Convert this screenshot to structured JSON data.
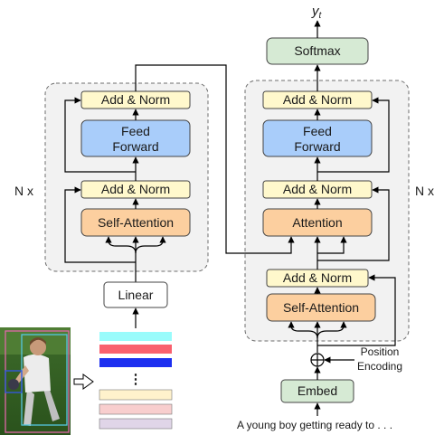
{
  "output_label": "y",
  "output_sub": "t",
  "encoder": {
    "repeat_label": "N x",
    "add_norm_top": "Add & Norm",
    "feed_forward_line1": "Feed",
    "feed_forward_line2": "Forward",
    "add_norm_mid": "Add & Norm",
    "self_attention": "Self-Attention",
    "linear": "Linear"
  },
  "decoder": {
    "repeat_label": "N x",
    "softmax": "Softmax",
    "add_norm_top": "Add & Norm",
    "feed_forward_line1": "Feed",
    "feed_forward_line2": "Forward",
    "add_norm_mid": "Add & Norm",
    "attention": "Attention",
    "add_norm_low": "Add & Norm",
    "self_attention": "Self-Attention",
    "position_line1": "Position",
    "position_line2": "Encoding",
    "embed": "Embed",
    "input_caption": "A young boy getting ready to  . . ."
  },
  "features": {
    "ellipsis": "⋮"
  },
  "colors": {
    "add_norm_fill": "#fff8cc",
    "feed_forward_fill": "#a9cdfa",
    "attention_fill": "#fccf9f",
    "softmax_fill": "#d6ead4",
    "panel_fill": "#f2f2f2",
    "feature_cyan": "#99fbfb",
    "feature_red": "#f9606e",
    "feature_blue": "#1c2ff0",
    "feature_cream": "#fff2cc",
    "feature_pink": "#f8cece",
    "feature_lavender": "#e0d5e8"
  }
}
